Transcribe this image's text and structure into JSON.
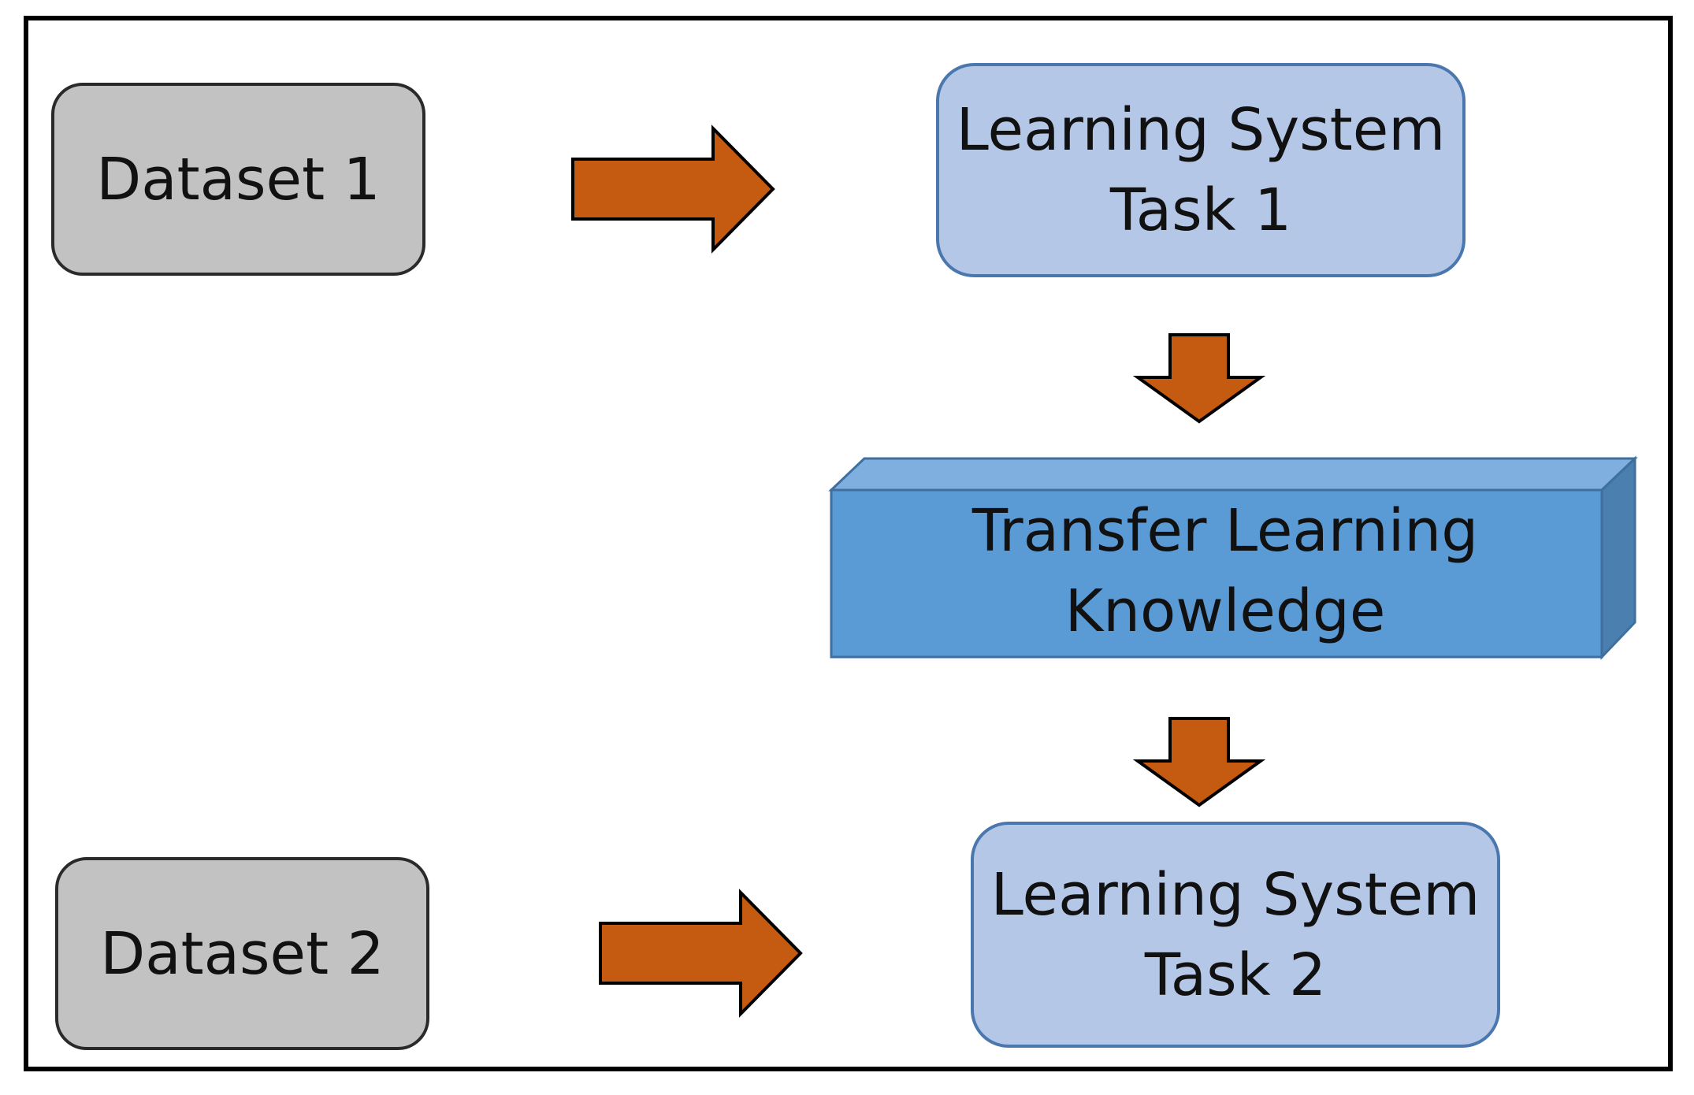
{
  "colors": {
    "dataset_fill": "#c2c2c2",
    "system_fill": "#b4c7e7",
    "system_border": "#4a78ae",
    "arrow_fill": "#c55a11",
    "knowledge_front": "#5b9bd5",
    "knowledge_top": "#7eafdf",
    "knowledge_side": "#4a7fb0"
  },
  "nodes": {
    "dataset_1": {
      "label": "Dataset 1"
    },
    "dataset_2": {
      "label": "Dataset 2"
    },
    "system_1": {
      "line1": "Learning System",
      "line2": "Task 1"
    },
    "system_2": {
      "line1": "Learning System",
      "line2": "Task 2"
    },
    "knowledge": {
      "line1": "Transfer Learning",
      "line2": "Knowledge"
    }
  },
  "edges": [
    {
      "from": "dataset_1",
      "to": "system_1",
      "icon": "arrow-right-icon"
    },
    {
      "from": "system_1",
      "to": "knowledge",
      "icon": "arrow-down-icon"
    },
    {
      "from": "knowledge",
      "to": "system_2",
      "icon": "arrow-down-icon"
    },
    {
      "from": "dataset_2",
      "to": "system_2",
      "icon": "arrow-right-icon"
    }
  ]
}
